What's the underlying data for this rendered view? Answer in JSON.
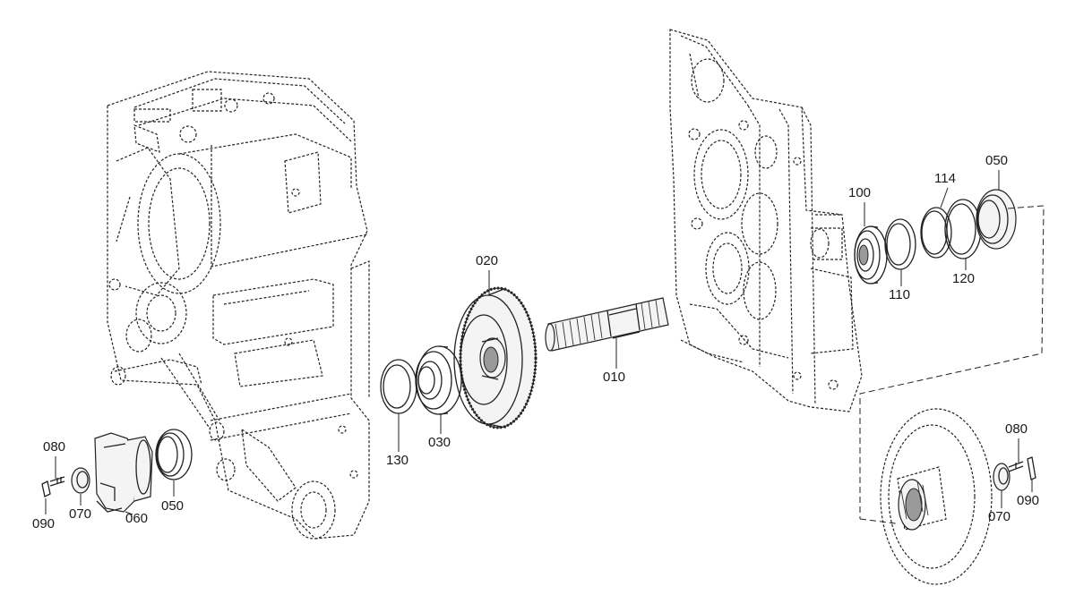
{
  "labels": {
    "l080_left": "080",
    "l090_left": "090",
    "l070_left": "070",
    "l060": "060",
    "l050_left": "050",
    "l130": "130",
    "l030": "030",
    "l020": "020",
    "l010": "010",
    "l100": "100",
    "l110": "110",
    "l114": "114",
    "l120": "120",
    "l050_right": "050",
    "l080_right": "080",
    "l070_right": "070",
    "l090_right": "090"
  },
  "colors": {
    "line": "#222222",
    "background": "#ffffff"
  }
}
